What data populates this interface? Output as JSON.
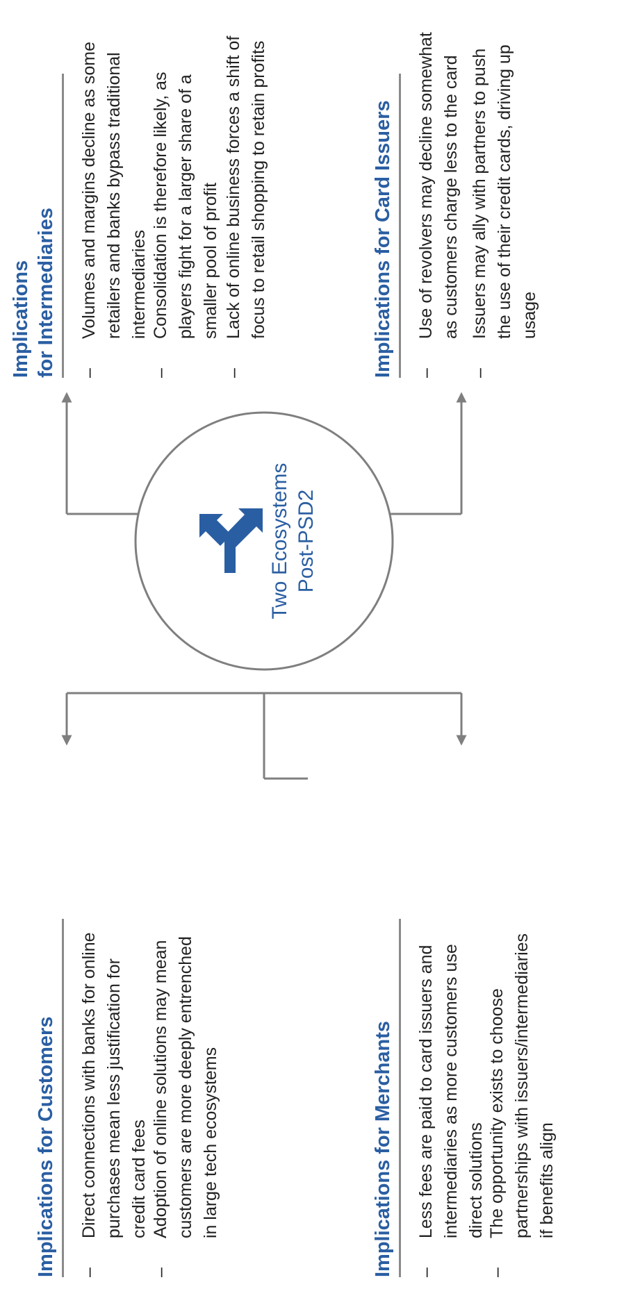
{
  "center": {
    "line1": "Two Ecosystems",
    "line2": "Post-PSD2",
    "icon": "split-arrows-icon"
  },
  "customers": {
    "heading": "Implications for Customers",
    "bullets": [
      {
        "dash": "–",
        "lines": [
          "Direct connections with banks for online",
          "purchases mean less justification for",
          "credit card fees"
        ]
      },
      {
        "dash": "–",
        "lines": [
          "Adoption of online solutions may mean",
          "customers are more deeply entrenched",
          "in large tech ecosystems"
        ]
      }
    ]
  },
  "merchants": {
    "heading": "Implications for Merchants",
    "bullets": [
      {
        "dash": "–",
        "lines": [
          "Less fees are paid to card issuers and",
          "intermediaries as more customers use",
          "direct solutions"
        ]
      },
      {
        "dash": "–",
        "lines": [
          "The opportunity exists to choose",
          "partnerships with issuers/intermediaries",
          "if benefits align"
        ]
      }
    ]
  },
  "intermediaries": {
    "heading_line1": "Implications",
    "heading_line2": "for Intermediaries",
    "bullets": [
      {
        "dash": "–",
        "lines": [
          "Volumes and margins decline as some",
          "retailers and banks bypass traditional",
          "intermediaries"
        ]
      },
      {
        "dash": "–",
        "lines": [
          "Consolidation is therefore likely, as",
          "players fight for a larger share of a",
          "smaller pool of profit"
        ]
      },
      {
        "dash": "–",
        "lines": [
          "Lack of online business forces a shift of",
          "focus to retail shopping to retain profits"
        ]
      }
    ]
  },
  "card_issuers": {
    "heading": "Implications for Card Issuers",
    "bullets": [
      {
        "dash": "–",
        "lines": [
          "Use of revolvers may decline somewhat",
          "as customers charge less to the card"
        ]
      },
      {
        "dash": "–",
        "lines": [
          "Issuers may ally with partners to push",
          "the use of their credit cards, driving up",
          "usage"
        ]
      }
    ]
  },
  "colors": {
    "accent": "#2a5ea2",
    "line": "#7f7f7f",
    "text": "#222222"
  }
}
